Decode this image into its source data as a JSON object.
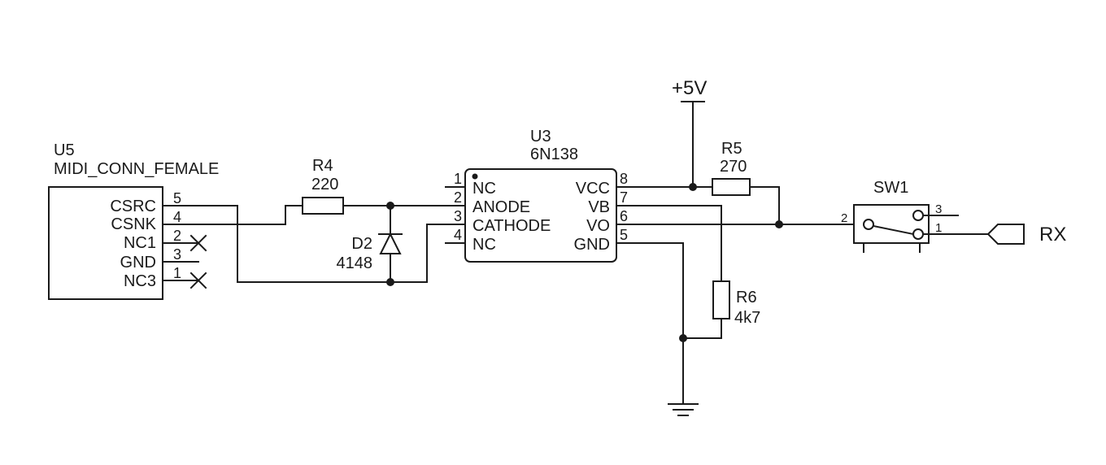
{
  "u5": {
    "ref": "U5",
    "value": "MIDI_CONN_FEMALE",
    "pins": [
      {
        "name": "CSRC",
        "num": "5"
      },
      {
        "name": "CSNK",
        "num": "4"
      },
      {
        "name": "NC1",
        "num": "2"
      },
      {
        "name": "GND",
        "num": "3"
      },
      {
        "name": "NC3",
        "num": "1"
      }
    ]
  },
  "r4": {
    "ref": "R4",
    "value": "220"
  },
  "d2": {
    "ref": "D2",
    "value": "4148"
  },
  "u3": {
    "ref": "U3",
    "value": "6N138",
    "left_pins": [
      {
        "name": "NC",
        "num": "1"
      },
      {
        "name": "ANODE",
        "num": "2"
      },
      {
        "name": "CATHODE",
        "num": "3"
      },
      {
        "name": "NC",
        "num": "4"
      }
    ],
    "right_pins": [
      {
        "name": "VCC",
        "num": "8"
      },
      {
        "name": "VB",
        "num": "7"
      },
      {
        "name": "VO",
        "num": "6"
      },
      {
        "name": "GND",
        "num": "5"
      }
    ]
  },
  "power": {
    "label": "+5V"
  },
  "r5": {
    "ref": "R5",
    "value": "270"
  },
  "r6": {
    "ref": "R6",
    "value": "4k7"
  },
  "sw1": {
    "ref": "SW1",
    "pins": [
      "2",
      "3",
      "1"
    ]
  },
  "port": {
    "label": "RX"
  }
}
